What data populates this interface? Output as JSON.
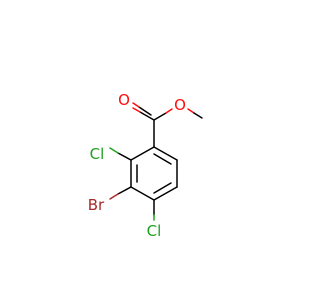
{
  "molecule": {
    "atoms": {
      "o_carbonyl": "O",
      "o_ester": "O",
      "cl_2": "Cl",
      "br_3": "Br",
      "cl_4": "Cl"
    },
    "colors": {
      "bond": "#000000",
      "oxygen": "#ff0d0d",
      "chlorine": "#1fa01f",
      "bromine": "#a62929",
      "background": "#ffffff"
    }
  }
}
